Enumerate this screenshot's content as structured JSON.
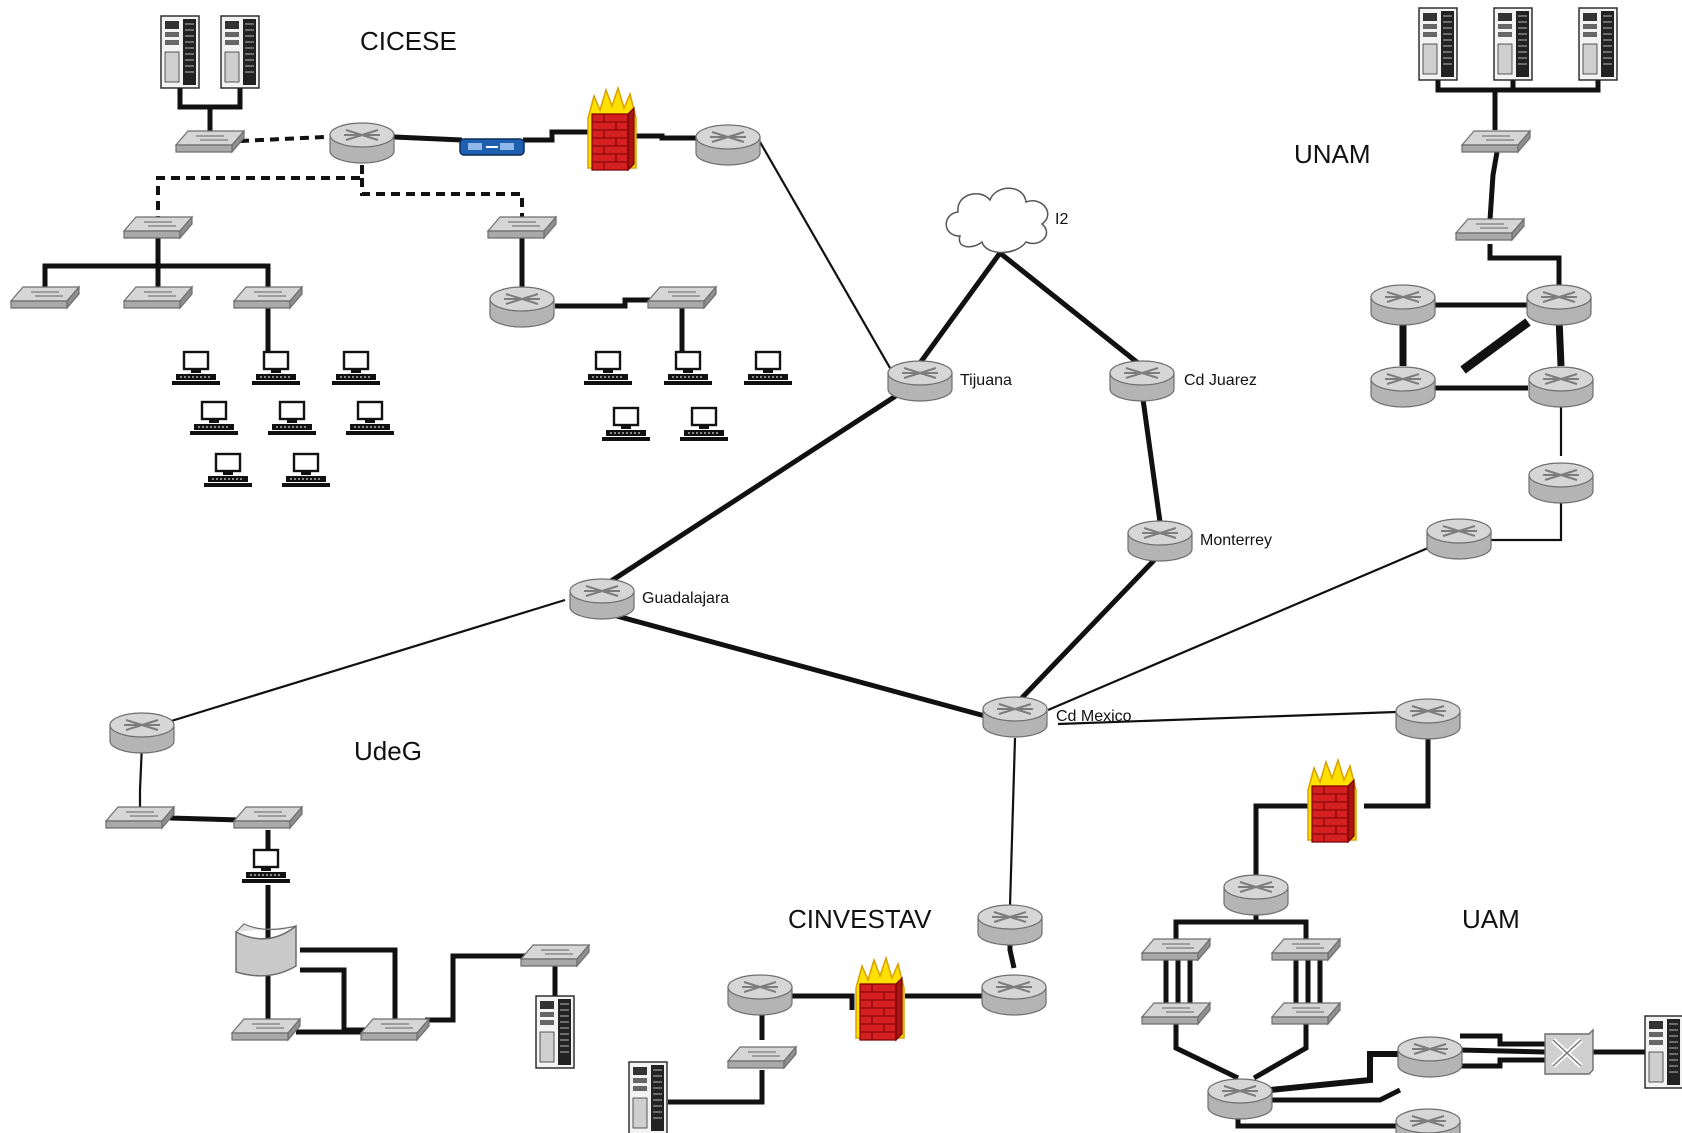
{
  "sites": {
    "cicese": "CICESE",
    "unam": "UNAM",
    "udeg": "UdeG",
    "cinvestav": "CINVESTAV",
    "uam": "UAM"
  },
  "nodes": {
    "i2": "I2",
    "tijuana": "Tijuana",
    "cd_juarez": "Cd Juarez",
    "monterrey": "Monterrey",
    "guadalajara": "Guadalajara",
    "cd_mexico": "Cd Mexico"
  },
  "colors": {
    "device_fill": "#c9c9c9",
    "device_edge": "#6e6e6e",
    "firewall_brick": "#d42020",
    "firewall_flame": "#ffe100",
    "vpn_blue": "#1f5fb0",
    "line": "#111111"
  },
  "icons": [
    "router-icon",
    "switch-icon",
    "server-icon",
    "workstation-icon",
    "firewall-icon",
    "cloud-icon",
    "vpn-device-icon",
    "optical-switch-icon",
    "bridge-icon"
  ]
}
